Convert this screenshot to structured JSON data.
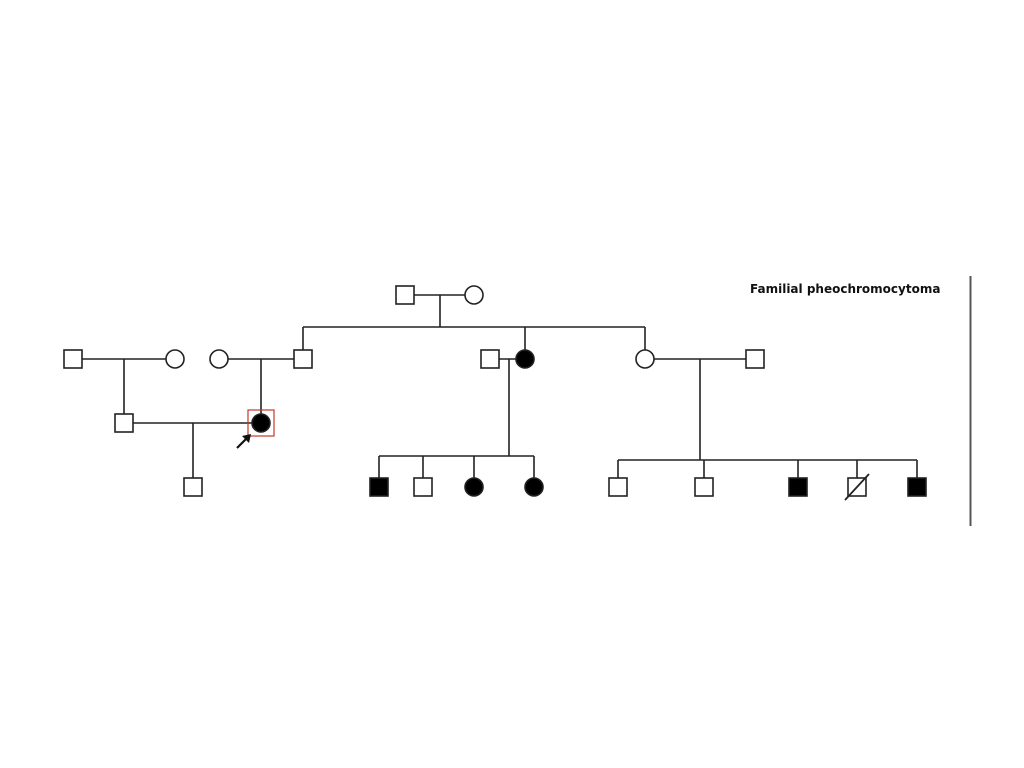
{
  "diagram": {
    "title": "Familial pheochromocytoma",
    "colors": {
      "affected": "#000000",
      "unaffected": "#ffffff",
      "stroke": "#222222",
      "proband_box": "#c0392b",
      "edge_bar": "#555555"
    },
    "legend_symbols": {
      "male": "square",
      "female": "circle",
      "affected": "filled",
      "deceased": "slash",
      "proband": "arrow"
    },
    "individuals": [
      {
        "id": "I-1",
        "sex": "male",
        "affected": false
      },
      {
        "id": "I-2",
        "sex": "female",
        "affected": false
      },
      {
        "id": "II-1",
        "sex": "male",
        "affected": false
      },
      {
        "id": "II-2",
        "sex": "female",
        "affected": false
      },
      {
        "id": "II-3",
        "sex": "female",
        "affected": false
      },
      {
        "id": "II-4",
        "sex": "male",
        "affected": false
      },
      {
        "id": "II-5",
        "sex": "male",
        "affected": false
      },
      {
        "id": "II-6",
        "sex": "female",
        "affected": true
      },
      {
        "id": "II-7",
        "sex": "female",
        "affected": false
      },
      {
        "id": "II-8",
        "sex": "male",
        "affected": false
      },
      {
        "id": "III-1",
        "sex": "male",
        "affected": false
      },
      {
        "id": "III-2",
        "sex": "female",
        "affected": true,
        "proband": true
      },
      {
        "id": "IV-1",
        "sex": "male",
        "affected": false
      },
      {
        "id": "IV-2",
        "sex": "male",
        "affected": true
      },
      {
        "id": "IV-3",
        "sex": "male",
        "affected": false
      },
      {
        "id": "IV-4",
        "sex": "female",
        "affected": true
      },
      {
        "id": "IV-5",
        "sex": "female",
        "affected": true
      },
      {
        "id": "IV-6",
        "sex": "male",
        "affected": false
      },
      {
        "id": "IV-7",
        "sex": "male",
        "affected": false
      },
      {
        "id": "IV-8",
        "sex": "male",
        "affected": true
      },
      {
        "id": "IV-9",
        "sex": "male",
        "affected": false,
        "deceased": true
      },
      {
        "id": "IV-10",
        "sex": "male",
        "affected": true
      }
    ],
    "relationships": [
      {
        "partners": [
          "I-1",
          "I-2"
        ],
        "children": [
          "II-4",
          "II-6",
          "II-7"
        ]
      },
      {
        "partners": [
          "II-1",
          "II-2"
        ],
        "children": [
          "III-1"
        ]
      },
      {
        "partners": [
          "II-3",
          "II-4"
        ],
        "children": [
          "III-2"
        ]
      },
      {
        "partners": [
          "II-5",
          "II-6"
        ],
        "children": [
          "IV-2",
          "IV-3",
          "IV-4",
          "IV-5"
        ]
      },
      {
        "partners": [
          "II-7",
          "II-8"
        ],
        "children": [
          "IV-6",
          "IV-7",
          "IV-8",
          "IV-9",
          "IV-10"
        ]
      },
      {
        "partners": [
          "III-1",
          "III-2"
        ],
        "children": [
          "IV-1"
        ]
      }
    ]
  }
}
